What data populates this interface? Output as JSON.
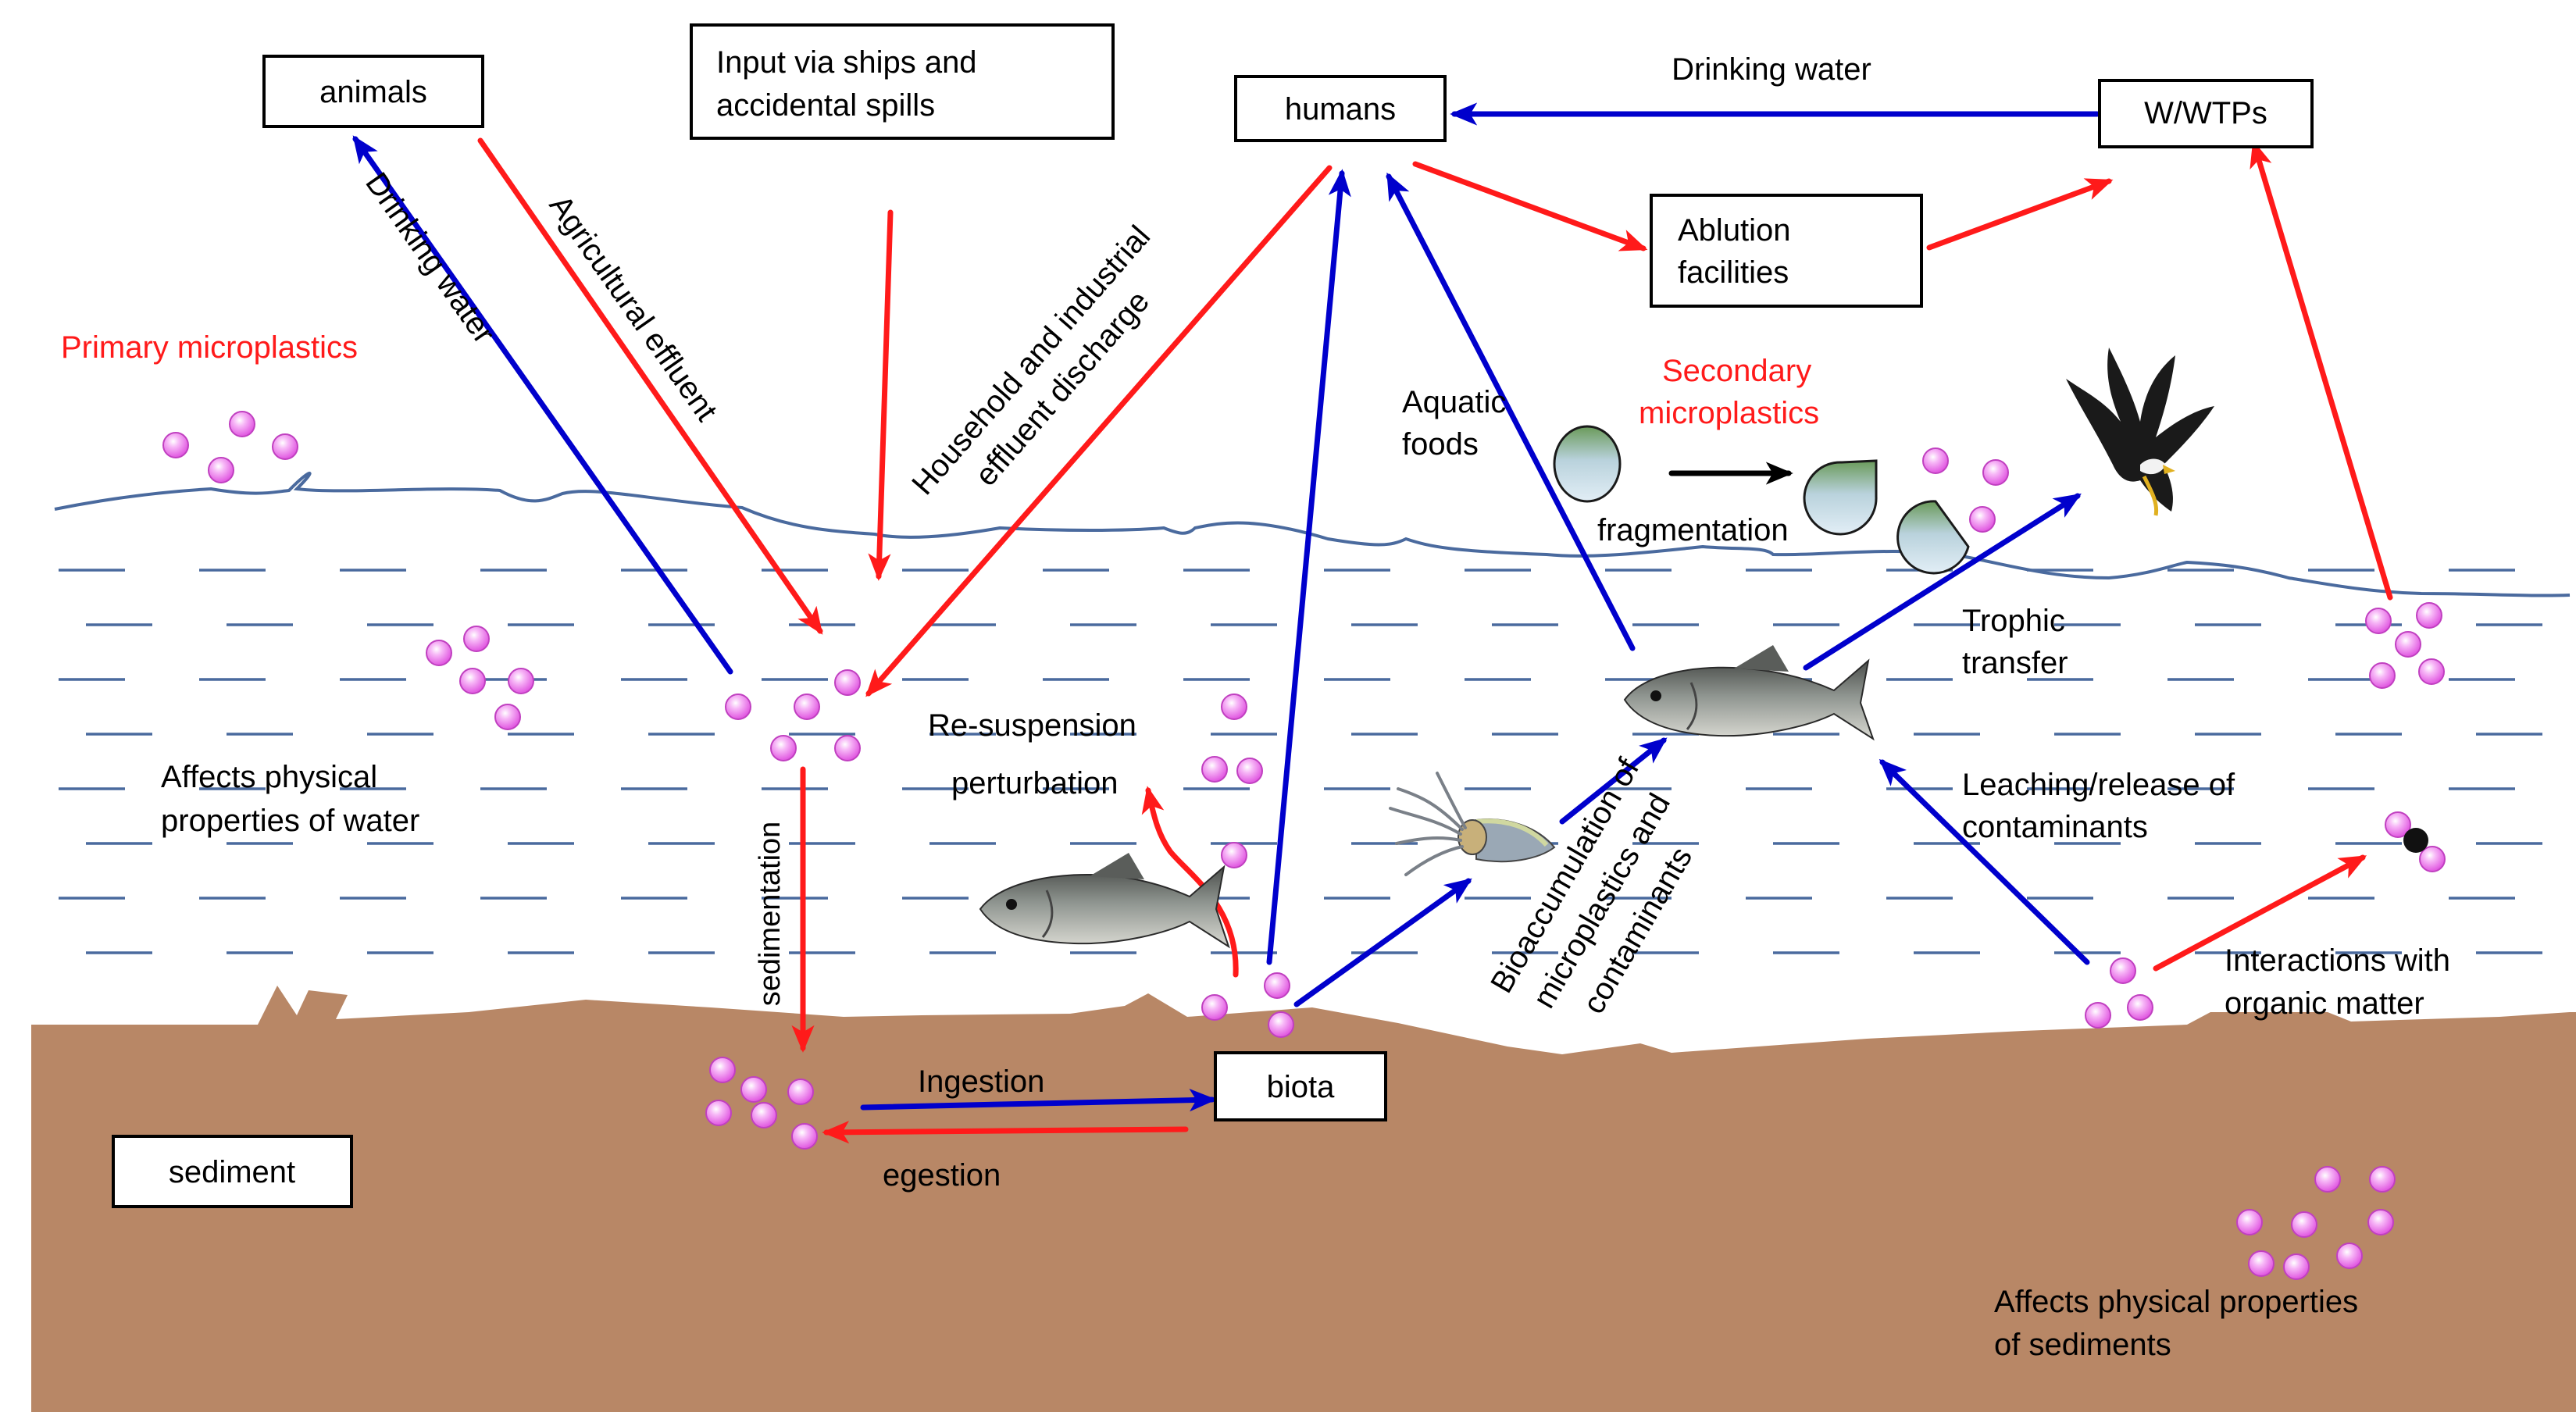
{
  "boxes": {
    "animals": "animals",
    "input_line1": "Input via ships and",
    "input_line2": "accidental spills",
    "humans": "humans",
    "wwtps": "W/WTPs",
    "ablution_line1": "Ablution",
    "ablution_line2": "facilities",
    "biota": "biota",
    "sediment": "sediment"
  },
  "labels": {
    "drinking_water_top": "Drinking water",
    "drinking_water_diag": "Drinking water",
    "agricultural_effluent": "Agricultural effluent",
    "household_line1": "Household and industrial",
    "household_line2": "effluent discharge",
    "primary_microplastics": "Primary microplastics",
    "aquatic_line1": "Aquatic",
    "aquatic_line2": "foods",
    "secondary_line1": "Secondary",
    "secondary_line2": "microplastics",
    "fragmentation": "fragmentation",
    "trophic_line1": "Trophic",
    "trophic_line2": "transfer",
    "affects_water_line1": "Affects physical",
    "affects_water_line2": "properties of water",
    "resuspension": "Re-suspension",
    "perturbation": "perturbation",
    "leaching_line1": "Leaching/release of",
    "leaching_line2": "contaminants",
    "bioacc_line1": "Bioaccumulation of",
    "bioacc_line2": "microplastics and",
    "bioacc_line3": "contaminants",
    "interactions_line1": "Interactions with",
    "interactions_line2": "organic matter",
    "sedimentation": "sedimentation",
    "ingestion": "Ingestion",
    "egestion": "egestion",
    "affects_sed_line1": "Affects physical properties",
    "affects_sed_line2": "of sediments"
  },
  "colors": {
    "red_flow": "#ff1a1a",
    "blue_flow": "#0000cc",
    "microplastic": "#ee55ee",
    "sediment": "#b88766",
    "water_line": "#4a6a9e"
  },
  "icons": [
    "fish-icon",
    "squid-icon",
    "eagle-icon",
    "microplastic-particle-icon"
  ]
}
